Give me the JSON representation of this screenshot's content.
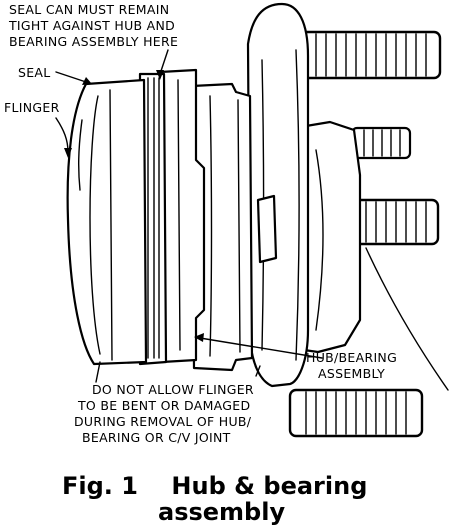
{
  "labels": {
    "seal_note_1": "SEAL CAN MUST REMAIN",
    "seal_note_2": "TIGHT AGAINST HUB AND",
    "seal_note_3": "BEARING ASSEMBLY HERE",
    "seal": "SEAL",
    "flinger": "FLINGER",
    "hub_bearing_1": "HUB/BEARING",
    "hub_bearing_2": "ASSEMBLY",
    "warning_1": "DO NOT ALLOW FLINGER",
    "warning_2": "TO BE BENT OR DAMAGED",
    "warning_3": "DURING REMOVAL OF HUB/",
    "warning_4": "BEARING OR C/V JOINT"
  },
  "caption": {
    "line1": "Fig. 1    Hub & bearing",
    "line2": "assembly"
  }
}
